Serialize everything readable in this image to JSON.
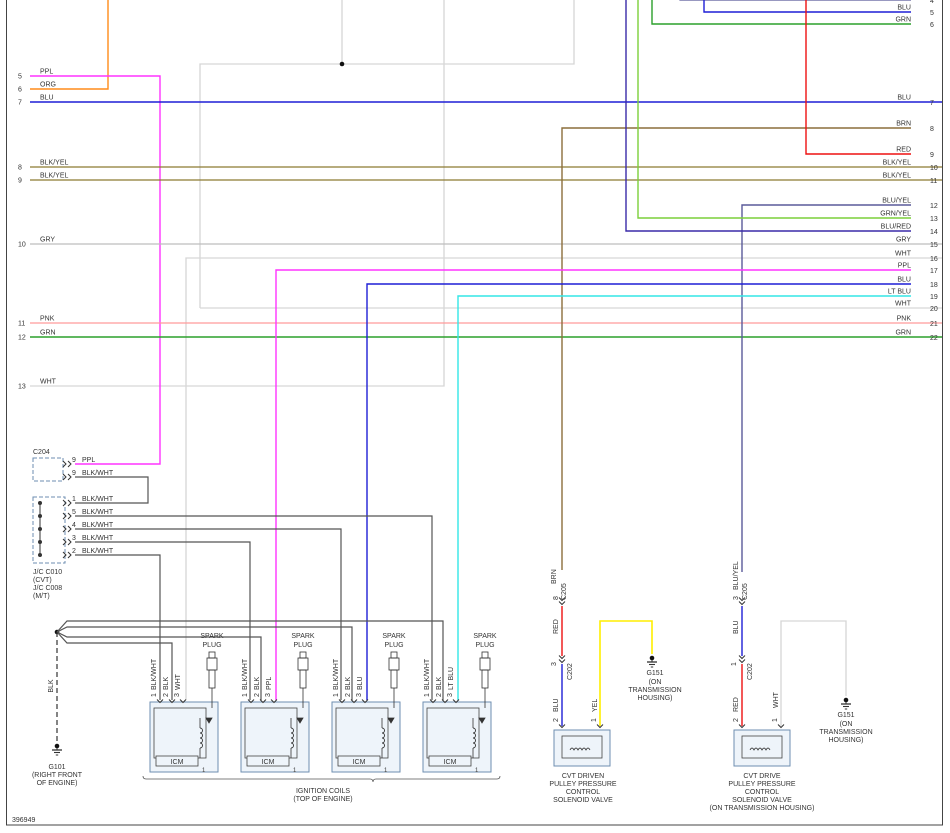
{
  "diagram_id": "396949",
  "colors": {
    "ppl": "#ff33ff",
    "org": "#ff8c1a",
    "blu": "#1f1fd6",
    "blk": "#555555",
    "blkyel": "#8c7a32",
    "gry": "#bdbdbd",
    "pnk": "#ff9a9a",
    "grn": "#2ca02c",
    "wht": "#d6d6d6",
    "red": "#ee1111",
    "brn": "#8c6e3c",
    "yel": "#ffee00",
    "ltblu": "#33e6e6",
    "grnyel": "#7ccf3a",
    "bluyel": "#5a5a9a",
    "blured": "#3a2aa8",
    "box": "#eef4fa",
    "frame": "#6e8eb0"
  },
  "left_wires": [
    {
      "pin": "5",
      "label": "PPL"
    },
    {
      "pin": "6",
      "label": "ORG"
    },
    {
      "pin": "7",
      "label": "BLU"
    },
    {
      "pin": "8",
      "label": "BLK/YEL"
    },
    {
      "pin": "9",
      "label": "BLK/YEL"
    },
    {
      "pin": "10",
      "label": "GRY"
    },
    {
      "pin": "11",
      "label": "PNK"
    },
    {
      "pin": "12",
      "label": "GRN"
    },
    {
      "pin": "13",
      "label": "WHT"
    }
  ],
  "right_wires": [
    {
      "pin": "4",
      "label": ""
    },
    {
      "pin": "5",
      "label": "BLU"
    },
    {
      "pin": "6",
      "label": "GRN"
    },
    {
      "pin": "7",
      "label": "BLU"
    },
    {
      "pin": "8",
      "label": "BRN"
    },
    {
      "pin": "9",
      "label": "RED"
    },
    {
      "pin": "10",
      "label": "BLK/YEL"
    },
    {
      "pin": "11",
      "label": "BLK/YEL"
    },
    {
      "pin": "12",
      "label": "BLU/YEL"
    },
    {
      "pin": "13",
      "label": "GRN/YEL"
    },
    {
      "pin": "14",
      "label": "BLU/RED"
    },
    {
      "pin": "15",
      "label": "GRY"
    },
    {
      "pin": "16",
      "label": "WHT"
    },
    {
      "pin": "17",
      "label": "PPL"
    },
    {
      "pin": "18",
      "label": "BLU"
    },
    {
      "pin": "19",
      "label": "LT BLU"
    },
    {
      "pin": "20",
      "label": "WHT"
    },
    {
      "pin": "21",
      "label": "PNK"
    },
    {
      "pin": "22",
      "label": "GRN"
    }
  ],
  "c204": {
    "name": "C204",
    "pins": [
      {
        "pin": "9",
        "label": "PPL"
      },
      {
        "pin": "9",
        "label": "BLK/WHT"
      }
    ]
  },
  "jc": {
    "pins": [
      {
        "pin": "1",
        "label": "BLK/WHT"
      },
      {
        "pin": "5",
        "label": "BLK/WHT"
      },
      {
        "pin": "4",
        "label": "BLK/WHT"
      },
      {
        "pin": "3",
        "label": "BLK/WHT"
      },
      {
        "pin": "2",
        "label": "BLK/WHT"
      }
    ],
    "caption": [
      "J/C C010",
      "(CVT)",
      "J/C C008",
      "(M/T)"
    ]
  },
  "blk_label": "BLK",
  "g101": {
    "name": "G101",
    "desc": [
      "(RIGHT FRONT",
      "OF ENGINE)"
    ]
  },
  "coils": [
    {
      "p1": "BLK/WHT",
      "p2": "BLK",
      "p3": "WHT"
    },
    {
      "p1": "BLK/WHT",
      "p2": "BLK",
      "p3": "PPL"
    },
    {
      "p1": "BLK/WHT",
      "p2": "BLK",
      "p3": "BLU"
    },
    {
      "p1": "BLK/WHT",
      "p2": "BLK",
      "p3": "LT BLU"
    }
  ],
  "coil_pins": [
    "1",
    "2",
    "3"
  ],
  "spark_plug": [
    "SPARK",
    "PLUG"
  ],
  "icm": "ICM",
  "coils_caption": [
    "IGNITION COILS",
    "(TOP OF ENGINE)"
  ],
  "driven": {
    "conn": "C205",
    "pin8": "8",
    "brn": "BRN",
    "red": "RED",
    "conn2": "C202",
    "pin3": "3",
    "blu": "BLU",
    "yel": "YEL",
    "pin2": "2",
    "pin1": "1",
    "name": [
      "CVT DRIVEN",
      "PULLEY PRESSURE",
      "CONTROL",
      "SOLENOID VALVE"
    ]
  },
  "g151a": {
    "name": "G151",
    "desc": [
      "(ON",
      "TRANSMISSION",
      "HOUSING)"
    ]
  },
  "drive": {
    "conn": "C205",
    "pin3": "3",
    "bluyel": "BLU/YEL",
    "blu": "BLU",
    "conn2": "C202",
    "pin1": "1",
    "red": "RED",
    "wht": "WHT",
    "pin2": "2",
    "pin1b": "1",
    "name": [
      "CVT DRIVE",
      "PULLEY PRESSURE",
      "CONTROL",
      "SOLENOID VALVE",
      "(ON TRANSMISSION HOUSING)"
    ]
  },
  "g151b": {
    "name": "G151",
    "desc": [
      "(ON",
      "TRANSMISSION",
      "HOUSING)"
    ]
  }
}
